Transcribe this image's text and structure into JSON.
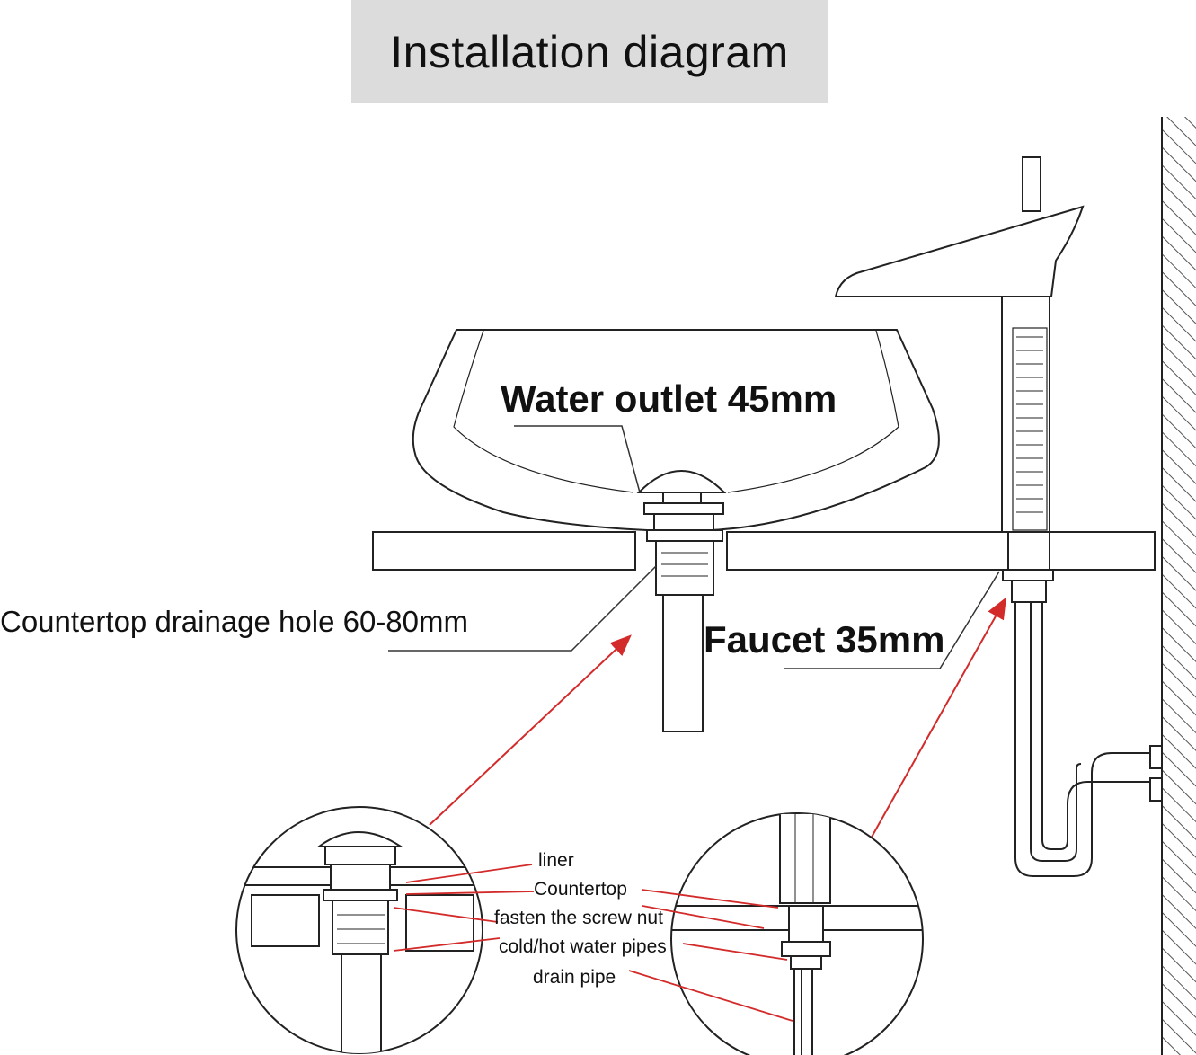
{
  "title": "Installation diagram",
  "labels": {
    "water_outlet": "Water outlet 45mm",
    "drainage_hole": "Countertop drainage hole 60-80mm",
    "faucet": "Faucet 35mm"
  },
  "callouts": {
    "liner": "liner",
    "countertop": "Countertop",
    "screw_nut": "fasten the screw nut",
    "water_pipes": "cold/hot water pipes",
    "drain_pipe": "drain pipe"
  },
  "colors": {
    "line": "#222222",
    "arrow": "#d32a2a",
    "title_bg": "#dcdcdc",
    "hatch": "#555555"
  }
}
